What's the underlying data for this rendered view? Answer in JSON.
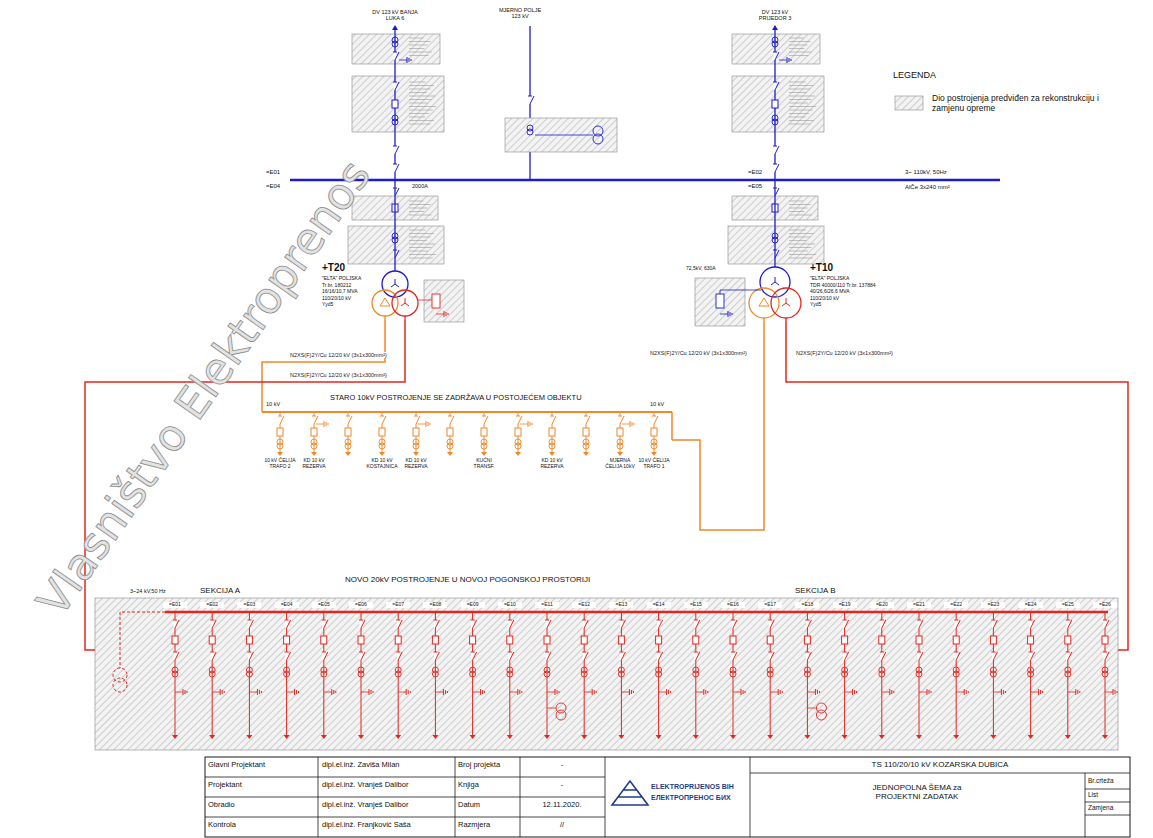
{
  "diagram": {
    "nodes": [
      {
        "text": [
          "+T20",
          "\"ELTA\" POLJSKA",
          "Tr.br. 180212",
          "16/16/10,7 MVA",
          "110/20/10 kV",
          "Yyd5"
        ]
      },
      {
        "text": [
          "+T10",
          "\"ELTA\" POLJSKA",
          "TDR 40000/110 Tr.br. 137884",
          "40/26,6/26,6 MVA",
          "110/20/10 kV",
          "Yyd5"
        ]
      },
      {
        "text": [
          "STARO 10kV POSTROJENJE SE ZADRŽAVA U POSTOJEĆEM OBJEKTU"
        ]
      },
      {
        "text": [
          "NOVO 20kV POSTROJENJE U NOVOJ POGONSKOJ PROSTORIJI",
          "SEKCIJA A",
          "SEKCIJA B"
        ]
      }
    ],
    "edges": [
      {
        "from": 0,
        "to": 2,
        "arrow": "none",
        "label": "N2XS(F)2Y/Cu 12/20 kV (3x1x300mm²)"
      },
      {
        "from": 0,
        "to": 3,
        "arrow": "none",
        "label": "N2XS(F)2Y/Cu 12/20 kV (3x1x300mm²)"
      },
      {
        "from": 1,
        "to": 2,
        "arrow": "none",
        "label": "N2XS(F)2Y/Cu 12/20 kV (3x1x300mm²)"
      },
      {
        "from": 1,
        "to": 3,
        "arrow": "none",
        "label": "N2XS(F)2Y/Cu 12/20 kV (3x1x300mm²)"
      }
    ],
    "labels": [
      "Vlasništvo Elektroprenos",
      "DV 123 kV BANJA LUKA 6",
      "MJERNO POLJE 123 kV",
      "DV 123 kV PRIJEDOR 3",
      "=E01",
      "=E04",
      "2000A",
      "=E02",
      "=E05",
      "3~ 110kV, 50Hz",
      "AlČe 3x240 mm²",
      "72,5kV, 630A",
      "10 kV",
      "10 kV",
      "10 kV ĆELIJA TRAFO 2",
      "KD 10 kV REZERVA",
      "KD 10 kV KOSTAJNICA",
      "KD 10 kV REZERVA",
      "KUĆNI TRANSF.",
      "KD 10 kV REZERVA",
      "MJERNA ĆELIJA 10kV",
      "10 kV ĆELIJA TRAFO 1",
      "3~24 kV,50 Hz",
      "=E01",
      "=E02",
      "=E03",
      "=E04",
      "=E05",
      "=E06",
      "=E07",
      "=E08",
      "=E09",
      "=E10",
      "=E11",
      "=E12",
      "=E13",
      "=E14",
      "=E15",
      "=E16",
      "=E17",
      "=E18",
      "=E19",
      "=E20",
      "=E21",
      "=E22",
      "=E23",
      "=E24",
      "=E25",
      "=E26",
      "Glavni Projektant",
      "dipl.el.inž. Zaviša Milan",
      "Projektant",
      "dipl.el.inž. Vranješ Dalibor",
      "Obradio",
      "dipl.el.inž. Vranješ Dalibor",
      "Kontrola",
      "dipl.el.inž. Franjković Saša",
      "Broj projekta",
      "-",
      "Knjiga",
      "-",
      "Datum",
      "12.11.2020.",
      "Razmjera",
      "//",
      "ELEKTROPRIJENOS BIH",
      "ЕЛЕКТРОПРЕНОС БИХ",
      "TS 110/20/10 kV KOZARSKA DUBICA",
      "JEDNOPOLNA ŠEMA za PROJEKTNI ZADATAK",
      "Br.crteža",
      "List",
      "Zamjena",
      "LEGENDA"
    ],
    "legend": [
      {
        "text": "Dio postrojenja predviđen za rekonstrukciju i zamjenu opreme"
      }
    ]
  }
}
